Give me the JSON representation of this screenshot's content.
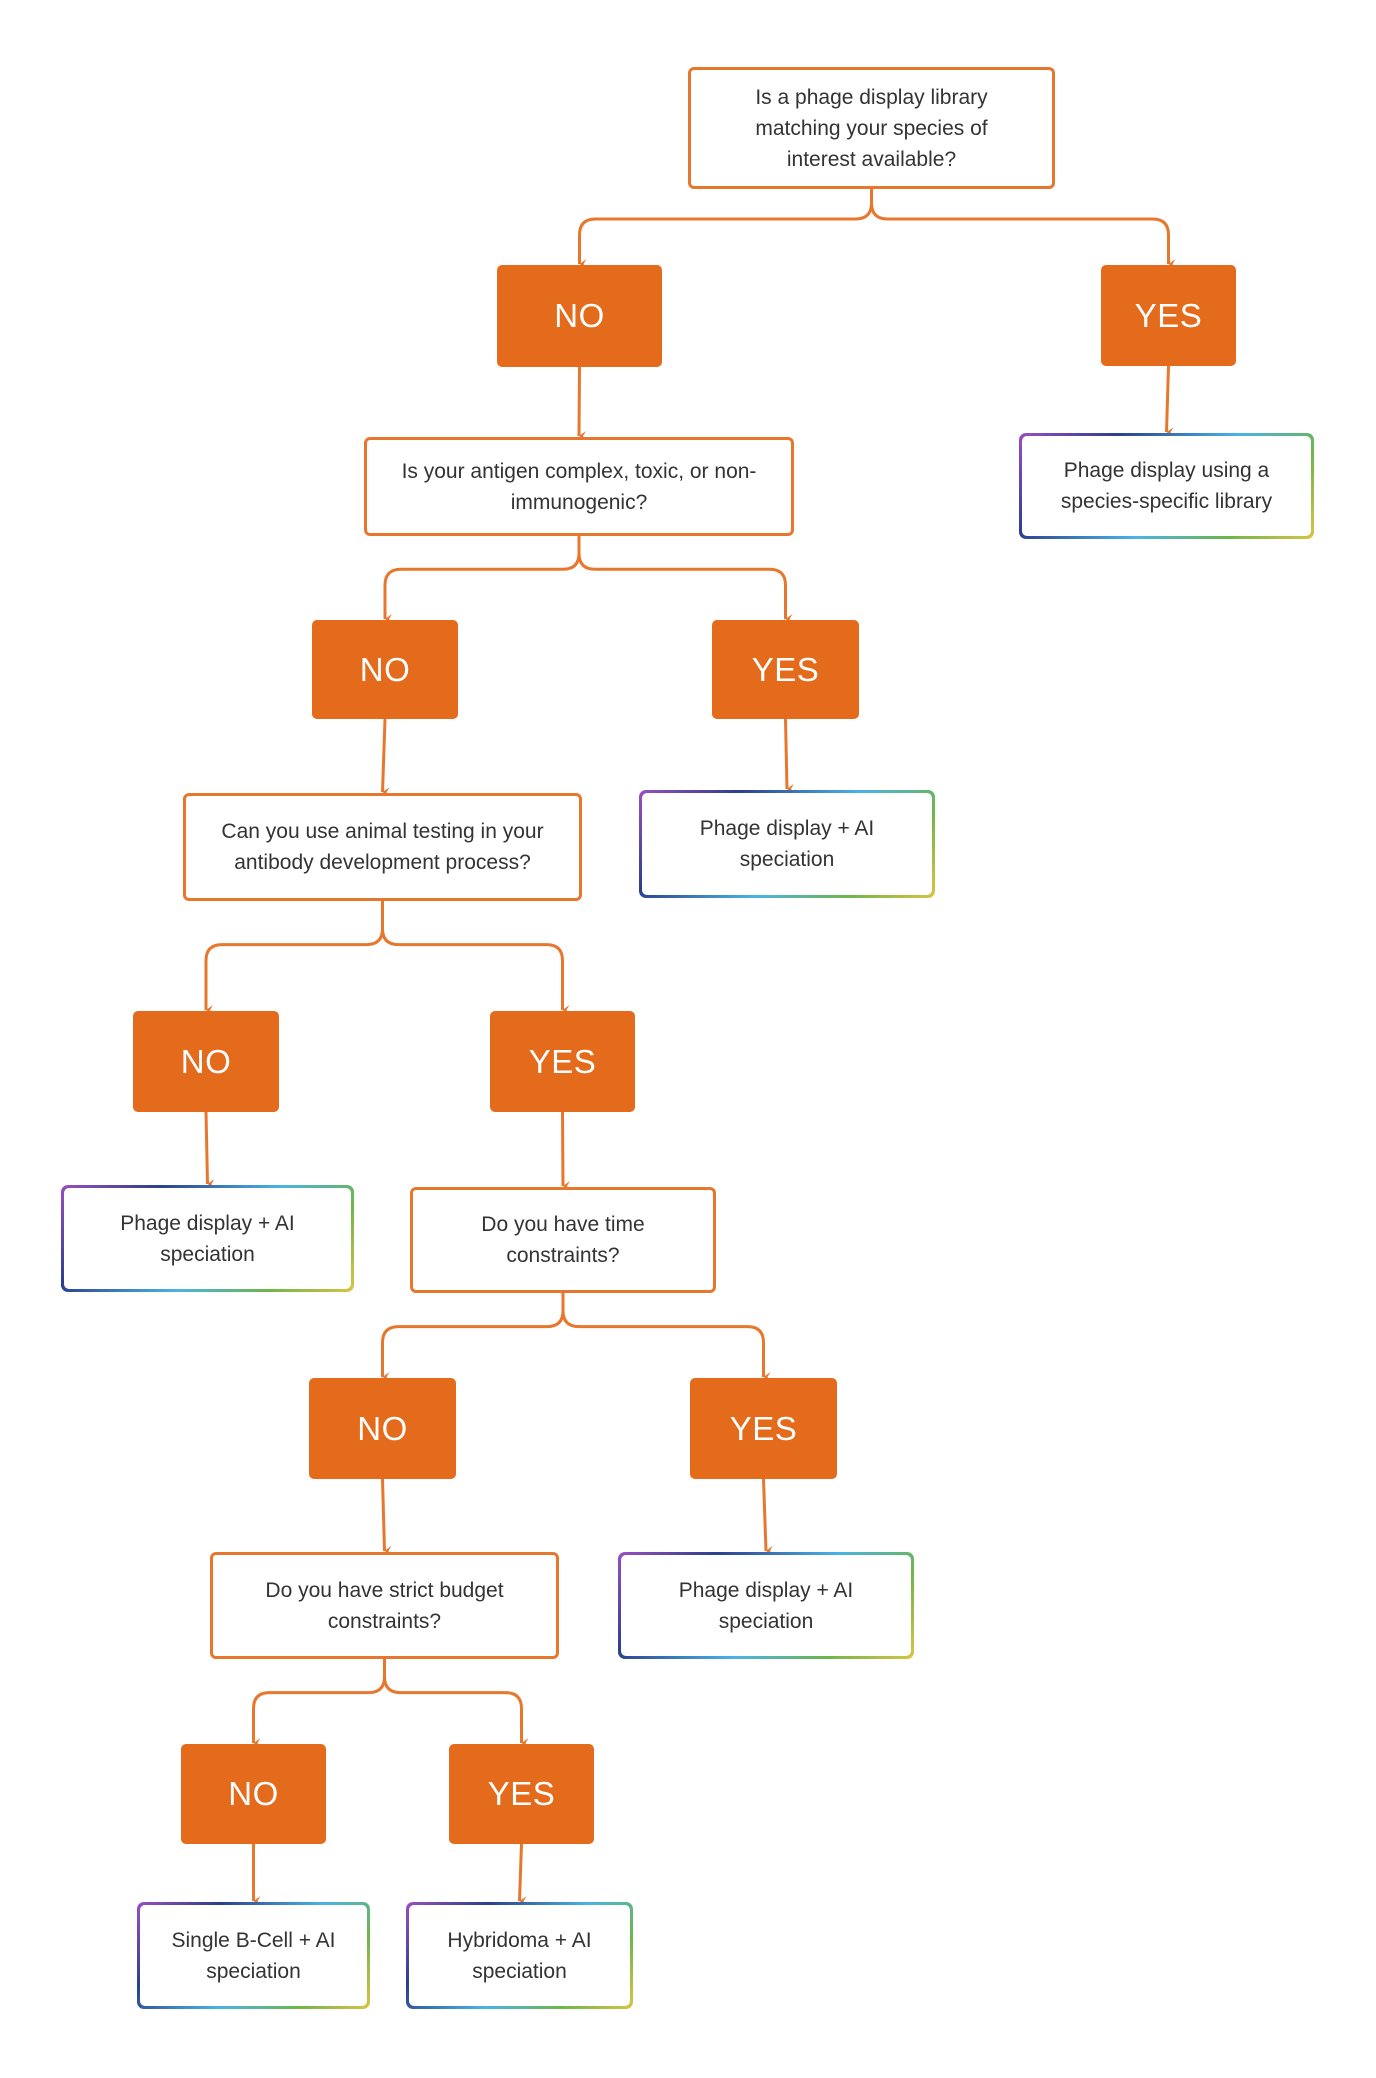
{
  "colors": {
    "accent": "#E56B1C",
    "connector": "#E8772E",
    "text": "#333333",
    "result_gradient": [
      "#9b4fc0",
      "#2c3f8f",
      "#49b3e6",
      "#6db64b",
      "#d9c443"
    ]
  },
  "questions": [
    {
      "id": "q1",
      "text": "Is a phage display library matching your species of interest available?"
    },
    {
      "id": "q2",
      "text": "Is your antigen complex, toxic, or non-immunogenic?"
    },
    {
      "id": "q3",
      "text": "Can you use animal testing in your antibody development process?"
    },
    {
      "id": "q4",
      "text": "Do you have time constraints?"
    },
    {
      "id": "q5",
      "text": "Do you have strict budget constraints?"
    }
  ],
  "answers": [
    {
      "id": "a1-no",
      "text": "NO"
    },
    {
      "id": "a1-yes",
      "text": "YES"
    },
    {
      "id": "a2-no",
      "text": "NO"
    },
    {
      "id": "a2-yes",
      "text": "YES"
    },
    {
      "id": "a3-no",
      "text": "NO"
    },
    {
      "id": "a3-yes",
      "text": "YES"
    },
    {
      "id": "a4-no",
      "text": "NO"
    },
    {
      "id": "a4-yes",
      "text": "YES"
    },
    {
      "id": "a5-no",
      "text": "NO"
    },
    {
      "id": "a5-yes",
      "text": "YES"
    }
  ],
  "results": [
    {
      "id": "r1",
      "text": "Phage display using a species-specific library"
    },
    {
      "id": "r2",
      "text": "Phage display + AI speciation"
    },
    {
      "id": "r3",
      "text": "Phage display + AI speciation"
    },
    {
      "id": "r4",
      "text": "Phage display + AI speciation"
    },
    {
      "id": "r5",
      "text": "Single B-Cell + AI speciation"
    },
    {
      "id": "r6",
      "text": "Hybridoma + AI speciation"
    }
  ],
  "edges": [
    {
      "from": "q1",
      "to": "a1-no"
    },
    {
      "from": "q1",
      "to": "a1-yes"
    },
    {
      "from": "a1-no",
      "to": "q2"
    },
    {
      "from": "a1-yes",
      "to": "r1"
    },
    {
      "from": "q2",
      "to": "a2-no"
    },
    {
      "from": "q2",
      "to": "a2-yes"
    },
    {
      "from": "a2-no",
      "to": "q3"
    },
    {
      "from": "a2-yes",
      "to": "r2"
    },
    {
      "from": "q3",
      "to": "a3-no"
    },
    {
      "from": "q3",
      "to": "a3-yes"
    },
    {
      "from": "a3-no",
      "to": "r3"
    },
    {
      "from": "a3-yes",
      "to": "q4"
    },
    {
      "from": "q4",
      "to": "a4-no"
    },
    {
      "from": "q4",
      "to": "a4-yes"
    },
    {
      "from": "a4-no",
      "to": "q5"
    },
    {
      "from": "a4-yes",
      "to": "r4"
    },
    {
      "from": "q5",
      "to": "a5-no"
    },
    {
      "from": "q5",
      "to": "a5-yes"
    },
    {
      "from": "a5-no",
      "to": "r5"
    },
    {
      "from": "a5-yes",
      "to": "r6"
    }
  ]
}
